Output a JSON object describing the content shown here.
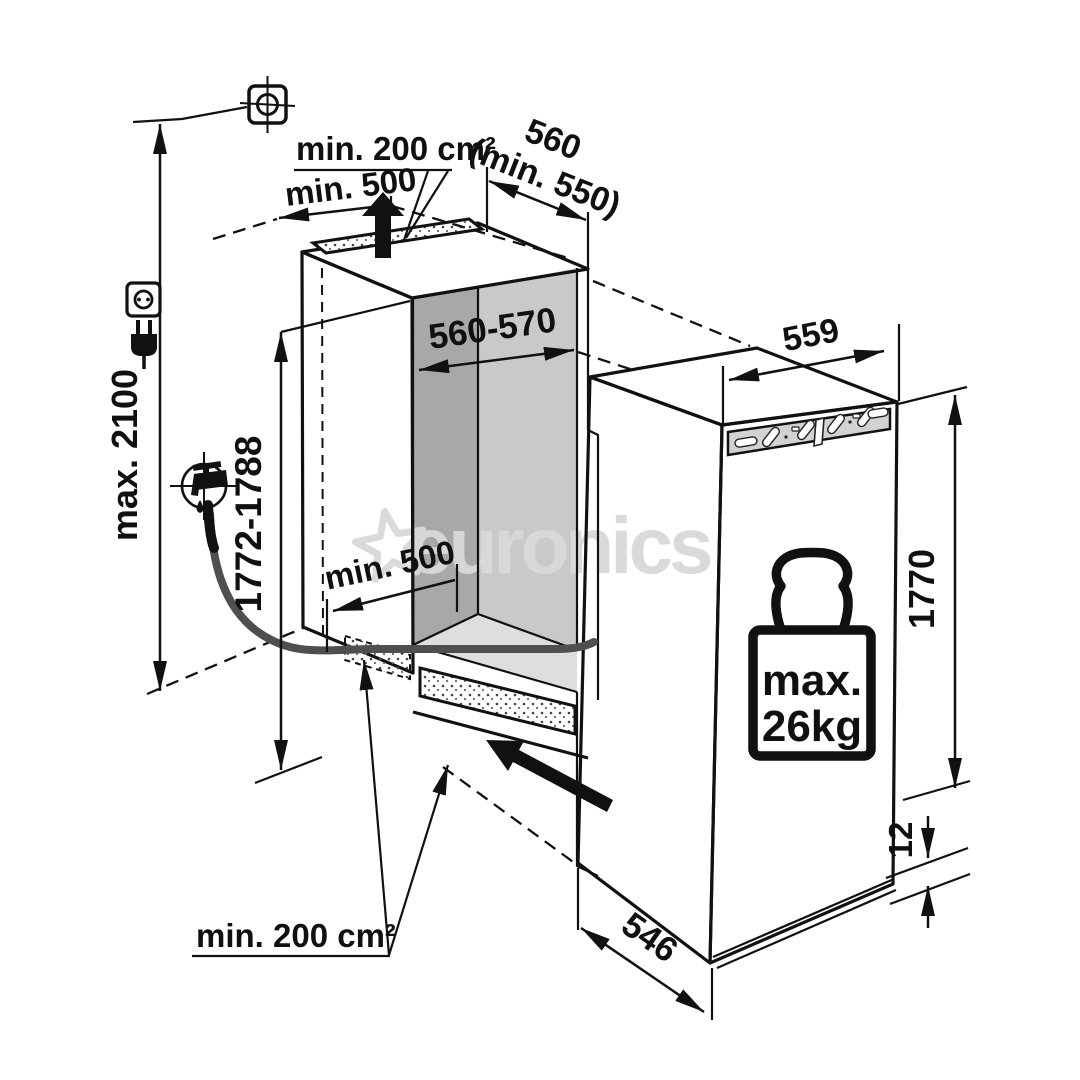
{
  "diagram_title": "Built-in refrigerator installation dimensions diagram",
  "watermark": {
    "text": "euronics",
    "color": "#d9d9d9",
    "star_icon": "star-outline"
  },
  "niche": {
    "vent_area_top": "min. 200 cm²",
    "top_clearance": "min. 500",
    "cabinet_width": "560",
    "cabinet_width_min": "(min. 550)",
    "niche_width": "560-570",
    "niche_depth": "min. 500",
    "niche_height": "1772-1788",
    "room_height": "max. 2100",
    "vent_area_bottom": "min. 200 cm²"
  },
  "appliance": {
    "width": "559",
    "height": "1770",
    "depth": "546",
    "base_gap": "12",
    "door_weight_label": "max.",
    "door_weight_value": "26kg"
  },
  "icons": {
    "position_marker": "crosshair-target-icon",
    "power": [
      "power-socket-icon",
      "power-plug-icon"
    ],
    "water": [
      "water-tap-icon",
      "water-drop-icon",
      "drain-hose"
    ],
    "airflow": [
      "airflow-up-arrow-icon",
      "airflow-in-arrow-icon"
    ],
    "weight_limit": "weight-icon"
  },
  "colors": {
    "linework": "#111111",
    "niche_side_wall": "#a8a8a8",
    "niche_back_wall": "#c9c9c9",
    "niche_floor": "#dedede",
    "control_panel": "#d2d2d2",
    "hose": "#4f4f4f",
    "watermark": "#d9d9d9"
  }
}
